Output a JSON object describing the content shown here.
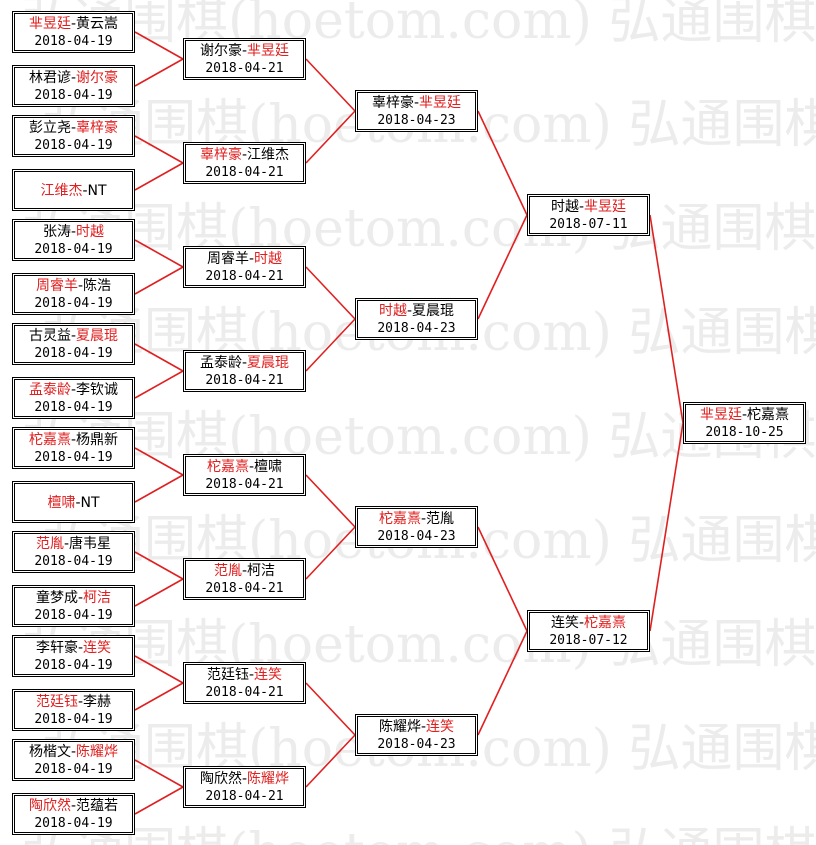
{
  "watermark": "弘通围棋(hoetom.com)",
  "colors": {
    "winner": "#e02020",
    "line": "#e02020",
    "text": "#000000",
    "border": "#000000",
    "watermark": "#ececec"
  },
  "rounds": [
    [
      {
        "a": "芈昱廷",
        "b": "黄云嵩",
        "date": "2018-04-19",
        "winner": "a"
      },
      {
        "a": "林君谚",
        "b": "谢尔豪",
        "date": "2018-04-19",
        "winner": "b"
      },
      {
        "a": "彭立尧",
        "b": "辜梓豪",
        "date": "2018-04-19",
        "winner": "b"
      },
      {
        "a": "江维杰",
        "b": "NT",
        "date": "",
        "winner": "a"
      },
      {
        "a": "张涛",
        "b": "时越",
        "date": "2018-04-19",
        "winner": "b"
      },
      {
        "a": "周睿羊",
        "b": "陈浩",
        "date": "2018-04-19",
        "winner": "a"
      },
      {
        "a": "古灵益",
        "b": "夏晨琨",
        "date": "2018-04-19",
        "winner": "b"
      },
      {
        "a": "孟泰龄",
        "b": "李钦诚",
        "date": "2018-04-19",
        "winner": "a"
      },
      {
        "a": "柁嘉熹",
        "b": "杨鼎新",
        "date": "2018-04-19",
        "winner": "a"
      },
      {
        "a": "檀啸",
        "b": "NT",
        "date": "",
        "winner": "a"
      },
      {
        "a": "范胤",
        "b": "唐韦星",
        "date": "2018-04-19",
        "winner": "a"
      },
      {
        "a": "童梦成",
        "b": "柯洁",
        "date": "2018-04-19",
        "winner": "b"
      },
      {
        "a": "李轩豪",
        "b": "连笑",
        "date": "2018-04-19",
        "winner": "b"
      },
      {
        "a": "范廷钰",
        "b": "李赫",
        "date": "2018-04-19",
        "winner": "a"
      },
      {
        "a": "杨楷文",
        "b": "陈耀烨",
        "date": "2018-04-19",
        "winner": "b"
      },
      {
        "a": "陶欣然",
        "b": "范蕴若",
        "date": "2018-04-19",
        "winner": "a"
      }
    ],
    [
      {
        "a": "谢尔豪",
        "b": "芈昱廷",
        "date": "2018-04-21",
        "winner": "b"
      },
      {
        "a": "辜梓豪",
        "b": "江维杰",
        "date": "2018-04-21",
        "winner": "a"
      },
      {
        "a": "周睿羊",
        "b": "时越",
        "date": "2018-04-21",
        "winner": "b"
      },
      {
        "a": "孟泰龄",
        "b": "夏晨琨",
        "date": "2018-04-21",
        "winner": "b"
      },
      {
        "a": "柁嘉熹",
        "b": "檀啸",
        "date": "2018-04-21",
        "winner": "a"
      },
      {
        "a": "范胤",
        "b": "柯洁",
        "date": "2018-04-21",
        "winner": "a"
      },
      {
        "a": "范廷钰",
        "b": "连笑",
        "date": "2018-04-21",
        "winner": "b"
      },
      {
        "a": "陶欣然",
        "b": "陈耀烨",
        "date": "2018-04-21",
        "winner": "b"
      }
    ],
    [
      {
        "a": "辜梓豪",
        "b": "芈昱廷",
        "date": "2018-04-23",
        "winner": "b"
      },
      {
        "a": "时越",
        "b": "夏晨琨",
        "date": "2018-04-23",
        "winner": "a"
      },
      {
        "a": "柁嘉熹",
        "b": "范胤",
        "date": "2018-04-23",
        "winner": "a"
      },
      {
        "a": "陈耀烨",
        "b": "连笑",
        "date": "2018-04-23",
        "winner": "b"
      }
    ],
    [
      {
        "a": "时越",
        "b": "芈昱廷",
        "date": "2018-07-11",
        "winner": "b"
      },
      {
        "a": "连笑",
        "b": "柁嘉熹",
        "date": "2018-07-12",
        "winner": "b"
      }
    ],
    [
      {
        "a": "芈昱廷",
        "b": "柁嘉熹",
        "date": "2018-10-25",
        "winner": "a"
      }
    ]
  ]
}
